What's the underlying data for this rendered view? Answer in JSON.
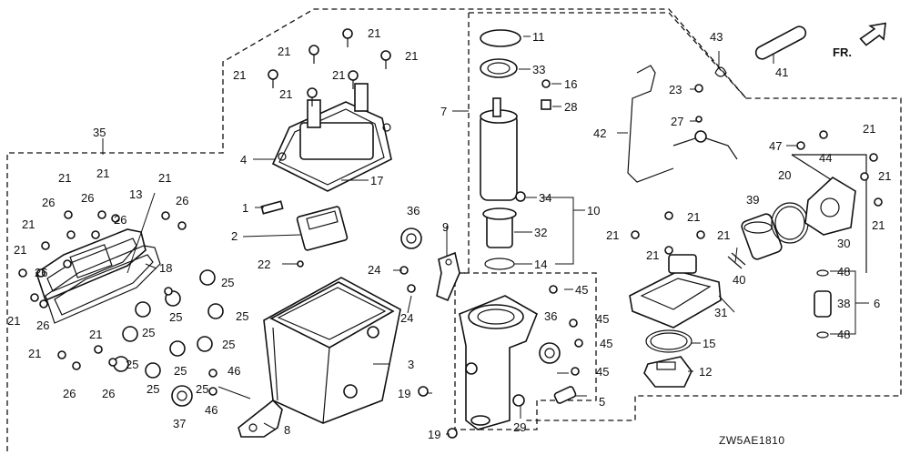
{
  "diagram": {
    "code": "ZW5AE1810",
    "direction_label": "FR.",
    "part_labels": [
      {
        "id": "l11",
        "text": "11"
      },
      {
        "id": "l33",
        "text": "33"
      },
      {
        "id": "l16",
        "text": "16"
      },
      {
        "id": "l28",
        "text": "28"
      },
      {
        "id": "l7",
        "text": "7"
      },
      {
        "id": "l34",
        "text": "34"
      },
      {
        "id": "l10",
        "text": "10"
      },
      {
        "id": "l32",
        "text": "32"
      },
      {
        "id": "l14",
        "text": "14"
      },
      {
        "id": "l43",
        "text": "43"
      },
      {
        "id": "l41",
        "text": "41"
      },
      {
        "id": "l23",
        "text": "23"
      },
      {
        "id": "l27",
        "text": "27"
      },
      {
        "id": "l42",
        "text": "42"
      },
      {
        "id": "l47",
        "text": "47"
      },
      {
        "id": "l44",
        "text": "44"
      },
      {
        "id": "l21a",
        "text": "21"
      },
      {
        "id": "l21b",
        "text": "21"
      },
      {
        "id": "l21c",
        "text": "21"
      },
      {
        "id": "l21d",
        "text": "21"
      },
      {
        "id": "l21e",
        "text": "21"
      },
      {
        "id": "l21f",
        "text": "21"
      },
      {
        "id": "l4",
        "text": "4"
      },
      {
        "id": "l17",
        "text": "17"
      },
      {
        "id": "l35",
        "text": "35"
      },
      {
        "id": "l21g",
        "text": "21"
      },
      {
        "id": "l21h",
        "text": "21"
      },
      {
        "id": "l21i",
        "text": "21"
      },
      {
        "id": "l26a",
        "text": "26"
      },
      {
        "id": "l26b",
        "text": "26"
      },
      {
        "id": "l26c",
        "text": "26"
      },
      {
        "id": "l13",
        "text": "13"
      },
      {
        "id": "l26d",
        "text": "26"
      },
      {
        "id": "l21j",
        "text": "21"
      },
      {
        "id": "l21k",
        "text": "21"
      },
      {
        "id": "l18",
        "text": "18"
      },
      {
        "id": "l26e",
        "text": "26"
      },
      {
        "id": "l21l",
        "text": "21"
      },
      {
        "id": "l26f",
        "text": "26"
      },
      {
        "id": "l21m",
        "text": "21"
      },
      {
        "id": "l21n",
        "text": "21"
      },
      {
        "id": "l26g",
        "text": "26"
      },
      {
        "id": "l26h",
        "text": "26"
      },
      {
        "id": "l1",
        "text": "1"
      },
      {
        "id": "l2",
        "text": "2"
      },
      {
        "id": "l22",
        "text": "22"
      },
      {
        "id": "l36a",
        "text": "36"
      },
      {
        "id": "l9",
        "text": "9"
      },
      {
        "id": "l24a",
        "text": "24"
      },
      {
        "id": "l24b",
        "text": "24"
      },
      {
        "id": "l25a",
        "text": "25"
      },
      {
        "id": "l25b",
        "text": "25"
      },
      {
        "id": "l25c",
        "text": "25"
      },
      {
        "id": "l25d",
        "text": "25"
      },
      {
        "id": "l25e",
        "text": "25"
      },
      {
        "id": "l25f",
        "text": "25"
      },
      {
        "id": "l25g",
        "text": "25"
      },
      {
        "id": "l25h",
        "text": "25"
      },
      {
        "id": "l25i",
        "text": "25"
      },
      {
        "id": "l46a",
        "text": "46"
      },
      {
        "id": "l46b",
        "text": "46"
      },
      {
        "id": "l37",
        "text": "37"
      },
      {
        "id": "l8",
        "text": "8"
      },
      {
        "id": "l3",
        "text": "3"
      },
      {
        "id": "l19a",
        "text": "19"
      },
      {
        "id": "l19b",
        "text": "19"
      },
      {
        "id": "l45a",
        "text": "45"
      },
      {
        "id": "l36b",
        "text": "36"
      },
      {
        "id": "l45b",
        "text": "45"
      },
      {
        "id": "l45c",
        "text": "45"
      },
      {
        "id": "l45d",
        "text": "45"
      },
      {
        "id": "l5",
        "text": "5"
      },
      {
        "id": "l29",
        "text": "29"
      },
      {
        "id": "l21o",
        "text": "21"
      },
      {
        "id": "l21p",
        "text": "21"
      },
      {
        "id": "l21q",
        "text": "21"
      },
      {
        "id": "l21r",
        "text": "21"
      },
      {
        "id": "l40",
        "text": "40"
      },
      {
        "id": "l31",
        "text": "31"
      },
      {
        "id": "l15",
        "text": "15"
      },
      {
        "id": "l12",
        "text": "12"
      },
      {
        "id": "l39",
        "text": "39"
      },
      {
        "id": "l20",
        "text": "20"
      },
      {
        "id": "l21s",
        "text": "21"
      },
      {
        "id": "l21t",
        "text": "21"
      },
      {
        "id": "l21u",
        "text": "21"
      },
      {
        "id": "l30",
        "text": "30"
      },
      {
        "id": "l48a",
        "text": "48"
      },
      {
        "id": "l38",
        "text": "38"
      },
      {
        "id": "l6",
        "text": "6"
      },
      {
        "id": "l48b",
        "text": "48"
      }
    ]
  }
}
